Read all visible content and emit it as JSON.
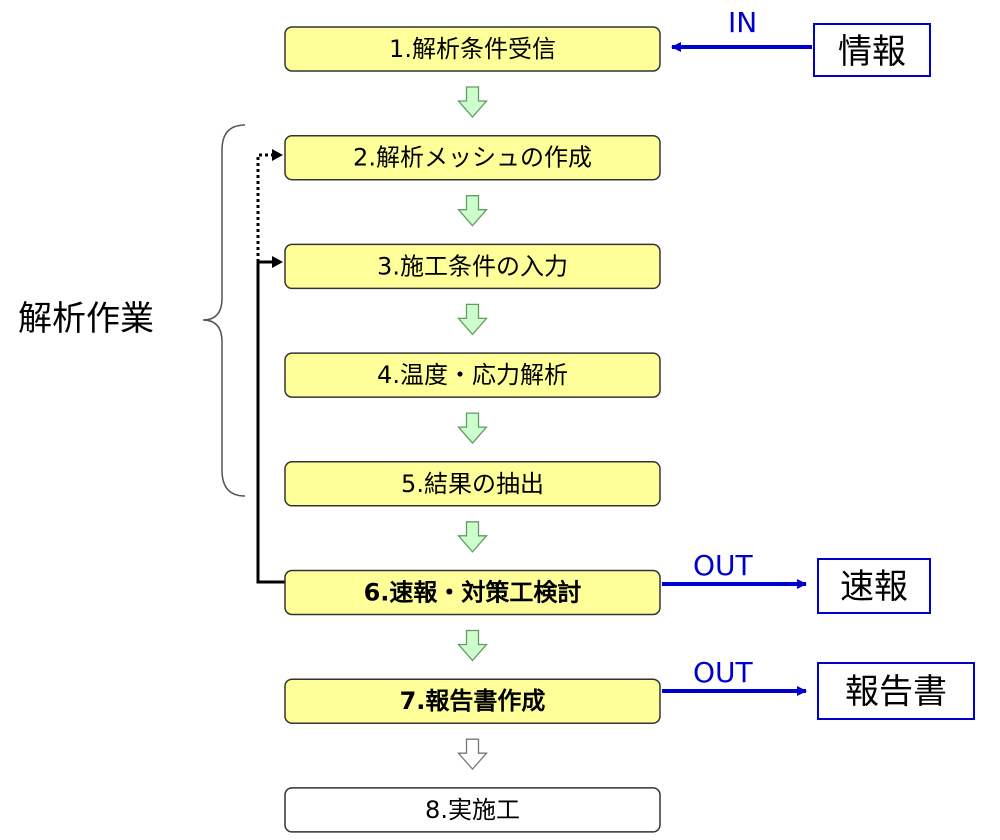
{
  "steps": [
    {
      "label": "1.解析条件受信",
      "bold": false,
      "style": "yellow"
    },
    {
      "label": "2.解析メッシュの作成",
      "bold": false,
      "style": "yellow"
    },
    {
      "label": "3.施工条件の入力",
      "bold": false,
      "style": "yellow"
    },
    {
      "label": "4.温度・応力解析",
      "bold": false,
      "style": "yellow"
    },
    {
      "label": "5.結果の抽出",
      "bold": false,
      "style": "yellow"
    },
    {
      "label": "6.速報・対策工検討",
      "bold": true,
      "style": "yellow"
    },
    {
      "label": "7.報告書作成",
      "bold": true,
      "style": "yellow"
    },
    {
      "label": "8.実施工",
      "bold": false,
      "style": "white"
    }
  ],
  "inputs": [
    {
      "direction_label": "IN",
      "box_label": "情報"
    }
  ],
  "outputs": [
    {
      "direction_label": "OUT",
      "box_label": "速報"
    },
    {
      "direction_label": "OUT",
      "box_label": "報告書"
    }
  ],
  "group": {
    "label": "解析作業"
  },
  "colors": {
    "step_fill": "#ffff99",
    "step_stroke": "#333333",
    "white_fill": "#ffffff",
    "arrow_green_fill": "#ccffcc",
    "arrow_green_stroke": "#669966",
    "io_arrow": "#0000cc",
    "io_box_stroke": "#0000cc"
  }
}
